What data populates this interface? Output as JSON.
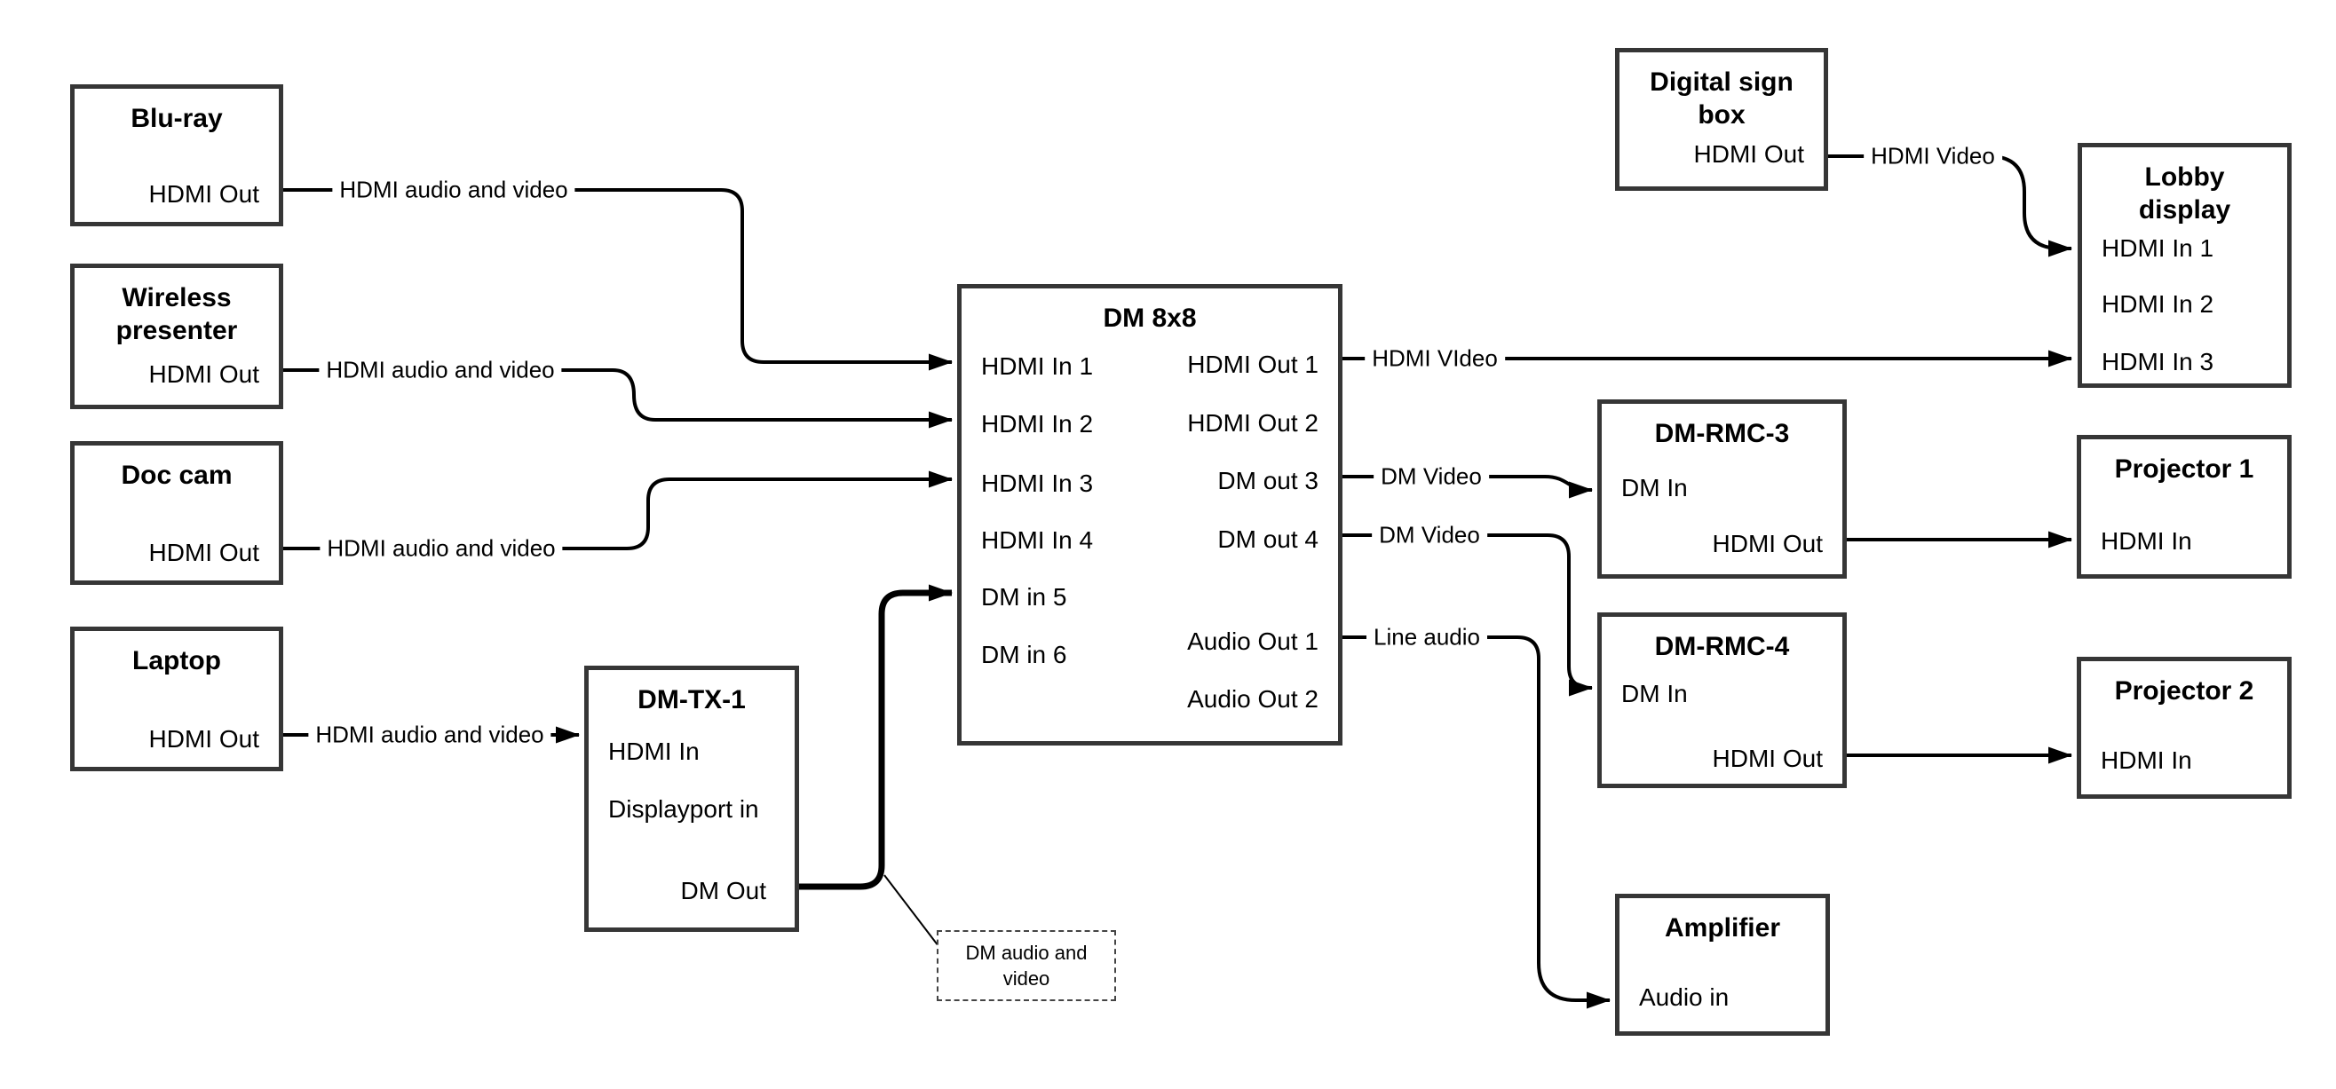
{
  "diagram": {
    "nodes": {
      "bluray": {
        "title": "Blu-ray",
        "ports": [
          "HDMI Out"
        ]
      },
      "wireless": {
        "title": "Wireless presenter",
        "ports": [
          "HDMI Out"
        ]
      },
      "doccam": {
        "title": "Doc cam",
        "ports": [
          "HDMI Out"
        ]
      },
      "laptop": {
        "title": "Laptop",
        "ports": [
          "HDMI Out"
        ]
      },
      "dmtx1": {
        "title": "DM-TX-1",
        "ports": [
          "HDMI In",
          "Displayport in",
          "DM Out"
        ]
      },
      "dm8x8": {
        "title": "DM 8x8",
        "ports": [
          "HDMI In 1",
          "HDMI In 2",
          "HDMI In 3",
          "HDMI In 4",
          "DM in 5",
          "DM in 6",
          "HDMI Out 1",
          "HDMI Out 2",
          "DM out 3",
          "DM out 4",
          "Audio Out 1",
          "Audio Out 2"
        ]
      },
      "signbox": {
        "title": "Digital sign box",
        "ports": [
          "HDMI Out"
        ]
      },
      "lobby": {
        "title": "Lobby display",
        "ports": [
          "HDMI In 1",
          "HDMI In 2",
          "HDMI In 3"
        ]
      },
      "rmc3": {
        "title": "DM-RMC-3",
        "ports": [
          "DM In",
          "HDMI Out"
        ]
      },
      "proj1": {
        "title": "Projector 1",
        "ports": [
          "HDMI In"
        ]
      },
      "rmc4": {
        "title": "DM-RMC-4",
        "ports": [
          "DM In",
          "HDMI Out"
        ]
      },
      "proj2": {
        "title": "Projector 2",
        "ports": [
          "HDMI In"
        ]
      },
      "amp": {
        "title": "Amplifier",
        "ports": [
          "Audio in"
        ]
      }
    },
    "edge_labels": {
      "bluray_dm8x8": "HDMI audio and video",
      "wireless_dm8x8": "HDMI audio and video",
      "doccam_dm8x8": "HDMI audio and video",
      "laptop_dmtx1": "HDMI audio and video",
      "out1_lobby": "HDMI VIdeo",
      "out3_rmc3": "DM Video",
      "out4_rmc4": "DM Video",
      "audio1_amp": "Line audio",
      "signbox_lobby": "HDMI Video"
    },
    "note": "DM audio and video",
    "colors": {
      "line": "#000000",
      "box_border": "#363636",
      "background": "#ffffff"
    }
  }
}
